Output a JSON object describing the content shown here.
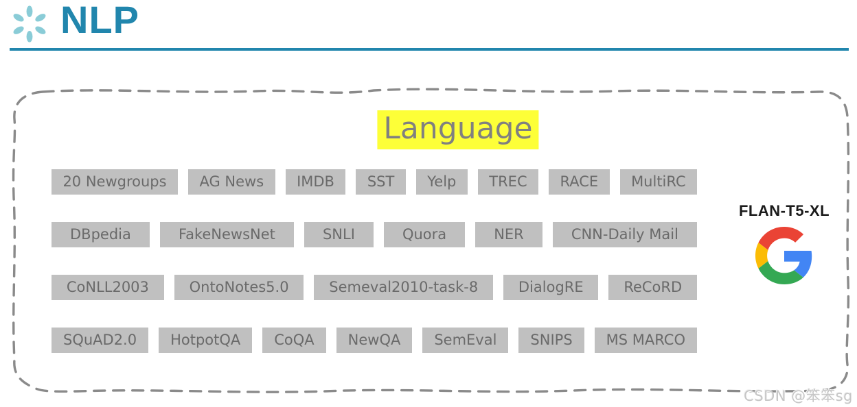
{
  "header": {
    "title": "NLP",
    "icon": "sparkle-spinner-icon",
    "accent_color": "#2186ad",
    "icon_color": "#8accd7"
  },
  "panel": {
    "title": "Language",
    "title_highlight_color": "#fdff38",
    "title_text_color": "#808080",
    "border_color": "#8a8a8a",
    "tag_bg_color": "#c0c0c0",
    "tag_text_color": "#6a6a6a",
    "rows": [
      [
        "20 Newgroups",
        "AG News",
        "IMDB",
        "SST",
        "Yelp",
        "TREC",
        "RACE",
        "MultiRC"
      ],
      [
        "DBpedia",
        "FakeNewsNet",
        "SNLI",
        "Quora",
        "NER",
        "CNN-Daily Mail"
      ],
      [
        "CoNLL2003",
        "OntoNotes5.0",
        "Semeval2010-task-8",
        "DialogRE",
        "ReCoRD"
      ],
      [
        "SQuAD2.0",
        "HotpotQA",
        "CoQA",
        "NewQA",
        "SemEval",
        "SNIPS",
        "MS MARCO"
      ]
    ],
    "model": {
      "name": "FLAN-T5-XL",
      "logo": "google-g-logo",
      "logo_colors": {
        "red": "#EA4335",
        "blue": "#4285F4",
        "yellow": "#FBBC05",
        "green": "#34A853"
      }
    }
  },
  "watermark": "CSDN @笨笨sg"
}
